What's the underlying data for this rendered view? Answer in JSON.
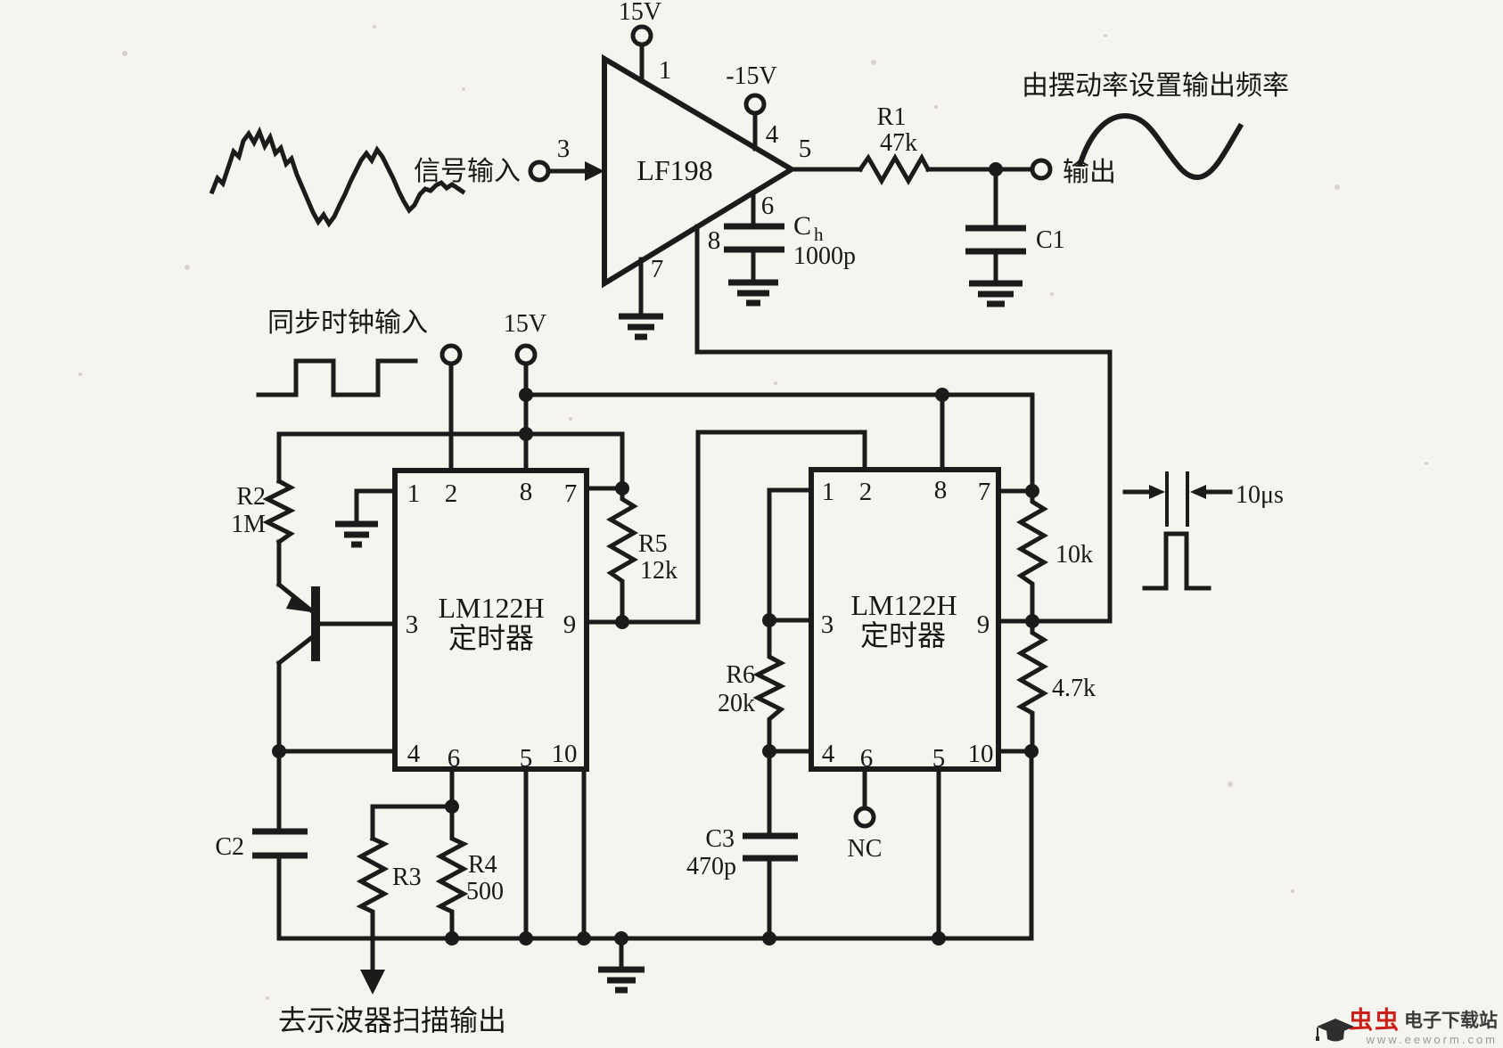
{
  "sample_hold": {
    "ic": "LF198",
    "vpos": "15V",
    "vneg": "-15V",
    "pin1": "1",
    "pin3": "3",
    "pin4": "4",
    "pin5": "5",
    "pin6": "6",
    "pin7": "7",
    "pin8": "8",
    "signal_input": "信号输入",
    "r1": "R1",
    "r1_value": "47k",
    "hold_cap": "C",
    "hold_cap_sub": "h",
    "hold_cap_value": "1000p",
    "c1": "C1",
    "output": "输出",
    "output_note": "由摆动率设置输出频率"
  },
  "clock_input": {
    "label": "同步时钟输入",
    "supply": "15V"
  },
  "timer_left": {
    "ic": "LM122H",
    "role": "定时器",
    "pin1": "1",
    "pin2": "2",
    "pin8": "8",
    "pin7": "7",
    "pin3": "3",
    "pin9": "9",
    "pin4": "4",
    "pin6": "6",
    "pin5": "5",
    "pin10": "10",
    "r2": "R2",
    "r2_value": "1M",
    "r5": "R5",
    "r5_value": "12k",
    "r3": "R3",
    "r4": "R4",
    "r4_value": "500",
    "c2": "C2"
  },
  "timer_right": {
    "ic": "LM122H",
    "role": "定时器",
    "pin1": "1",
    "pin2": "2",
    "pin8": "8",
    "pin7": "7",
    "pin3": "3",
    "pin9": "9",
    "pin4": "4",
    "pin6": "6",
    "pin5": "5",
    "pin10": "10",
    "r6": "R6",
    "r6_value": "20k",
    "r10k_value": "10k",
    "r47k_value": "4.7k",
    "c3": "C3",
    "c3_value": "470p",
    "nc_label": "NC"
  },
  "annotations": {
    "pulse_width": "10μs",
    "sweep_output": "去示波器扫描输出"
  },
  "watermark": {
    "brand": "虫虫",
    "site": "电子下载站",
    "url": "www.eeworm.com"
  }
}
